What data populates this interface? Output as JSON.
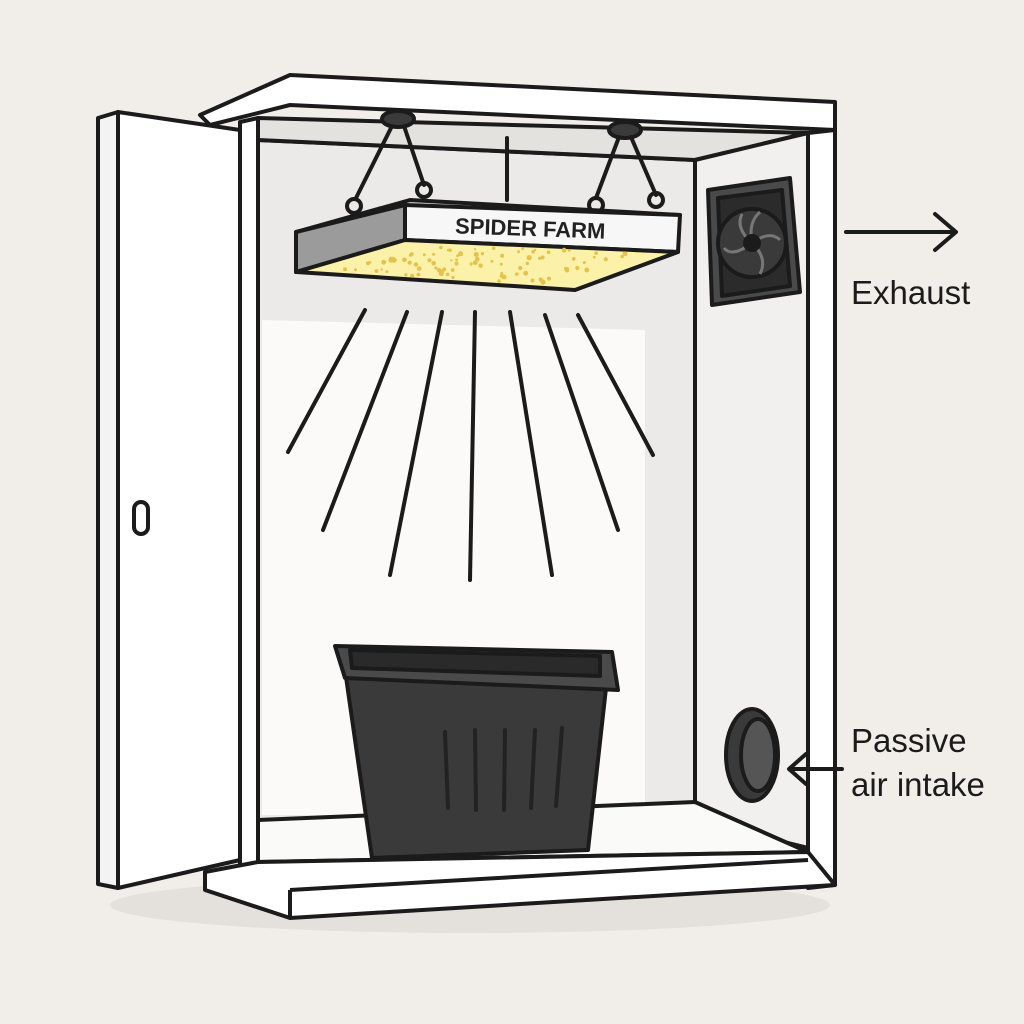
{
  "light": {
    "brand_label": "SPIDER FARM"
  },
  "labels": {
    "exhaust": "Exhaust",
    "intake_line1": "Passive",
    "intake_line2": "air intake"
  },
  "colors": {
    "background": "#f1eeea",
    "outline": "#1b1b1b",
    "cabinet": "#ffffff",
    "interior_wall": "#e9e8e6",
    "light_glow": "#fbf1a8",
    "light_dots": "#e3c24e",
    "pot": "#3a3a3a",
    "fan_housing": "#4a4a4a"
  },
  "icons": {
    "fan": "exhaust-fan-icon",
    "intake": "air-intake-vent-icon",
    "arrow_exhaust": "arrow-right-icon",
    "arrow_intake": "arrow-left-icon"
  }
}
